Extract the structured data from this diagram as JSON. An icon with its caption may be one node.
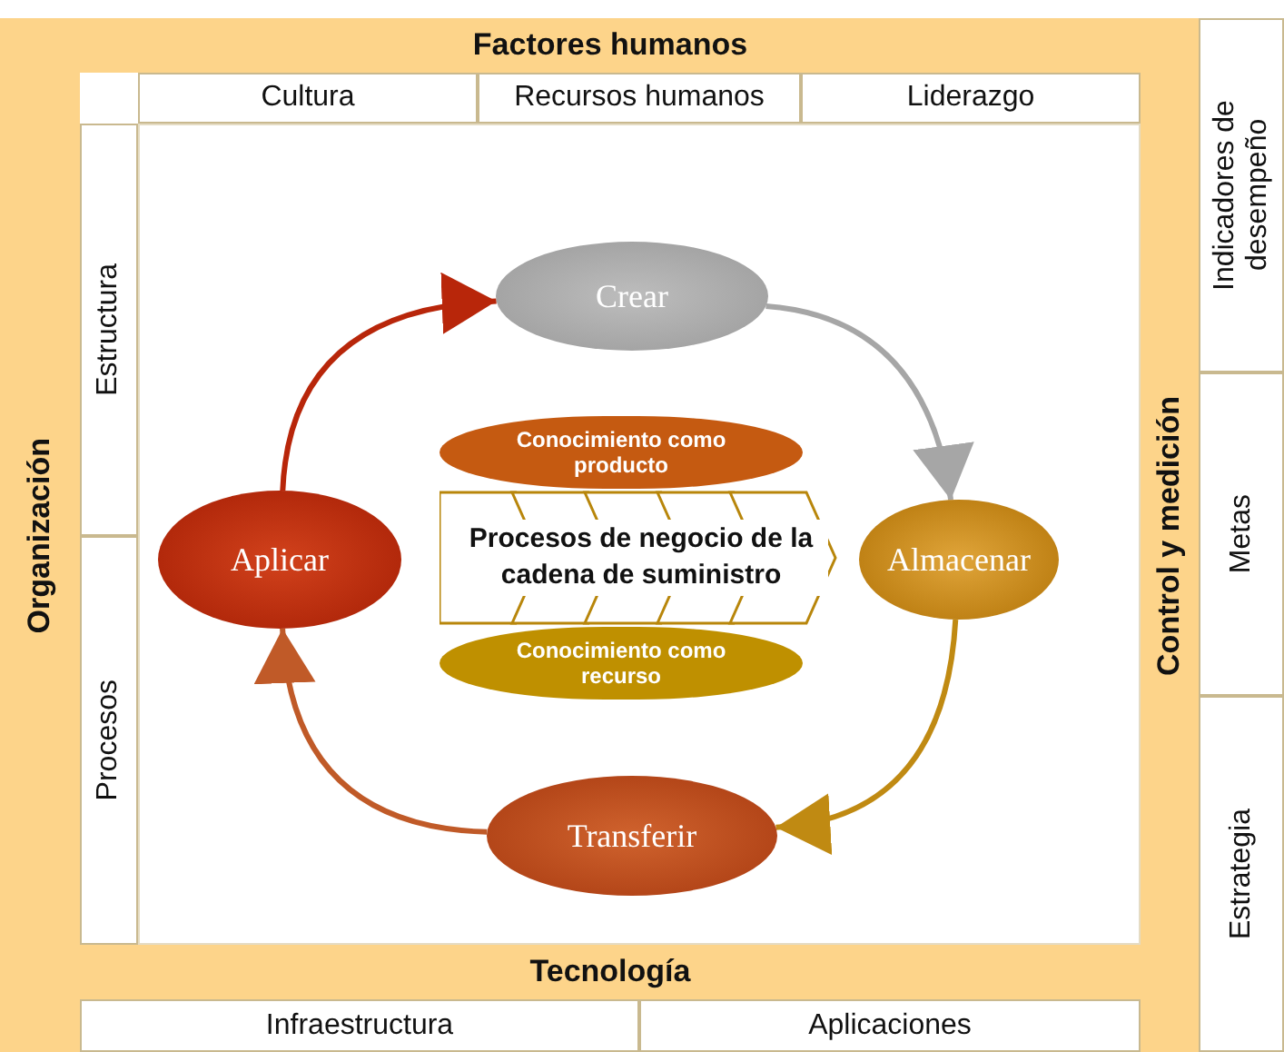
{
  "diagram": {
    "nodes": [
      {
        "text": [
          "Factores humanos"
        ]
      },
      {
        "text": [
          "Cultura"
        ]
      },
      {
        "text": [
          "Recursos humanos"
        ]
      },
      {
        "text": [
          "Liderazgo"
        ]
      },
      {
        "text": [
          "Organización"
        ]
      },
      {
        "text": [
          "Estructura"
        ]
      },
      {
        "text": [
          "Procesos"
        ]
      },
      {
        "text": [
          "Control y medición"
        ]
      },
      {
        "text": [
          "Indicadores de desempeño"
        ]
      },
      {
        "text": [
          "Metas"
        ]
      },
      {
        "text": [
          "Estrategia"
        ]
      },
      {
        "text": [
          "Crear"
        ]
      },
      {
        "text": [
          "Almacenar"
        ]
      },
      {
        "text": [
          "Transferir"
        ]
      },
      {
        "text": [
          "Aplicar"
        ]
      },
      {
        "text": [
          "Conocimiento como producto"
        ]
      },
      {
        "text": [
          "Procesos de negocio de la cadena de suministro"
        ]
      },
      {
        "text": [
          "Conocimiento como recurso"
        ]
      },
      {
        "text": [
          "Tecnología"
        ]
      },
      {
        "text": [
          "Infraestructura"
        ]
      },
      {
        "text": [
          "Aplicaciones"
        ]
      }
    ],
    "edges": [
      {
        "from": 11,
        "to": 12,
        "arrow": "to",
        "color": "#a6a6a6"
      },
      {
        "from": 12,
        "to": 13,
        "arrow": "to",
        "color": "#c08a12"
      },
      {
        "from": 13,
        "to": 14,
        "arrow": "to",
        "color": "#c05a28"
      },
      {
        "from": 14,
        "to": 11,
        "arrow": "to",
        "color": "#b8260a"
      }
    ]
  }
}
